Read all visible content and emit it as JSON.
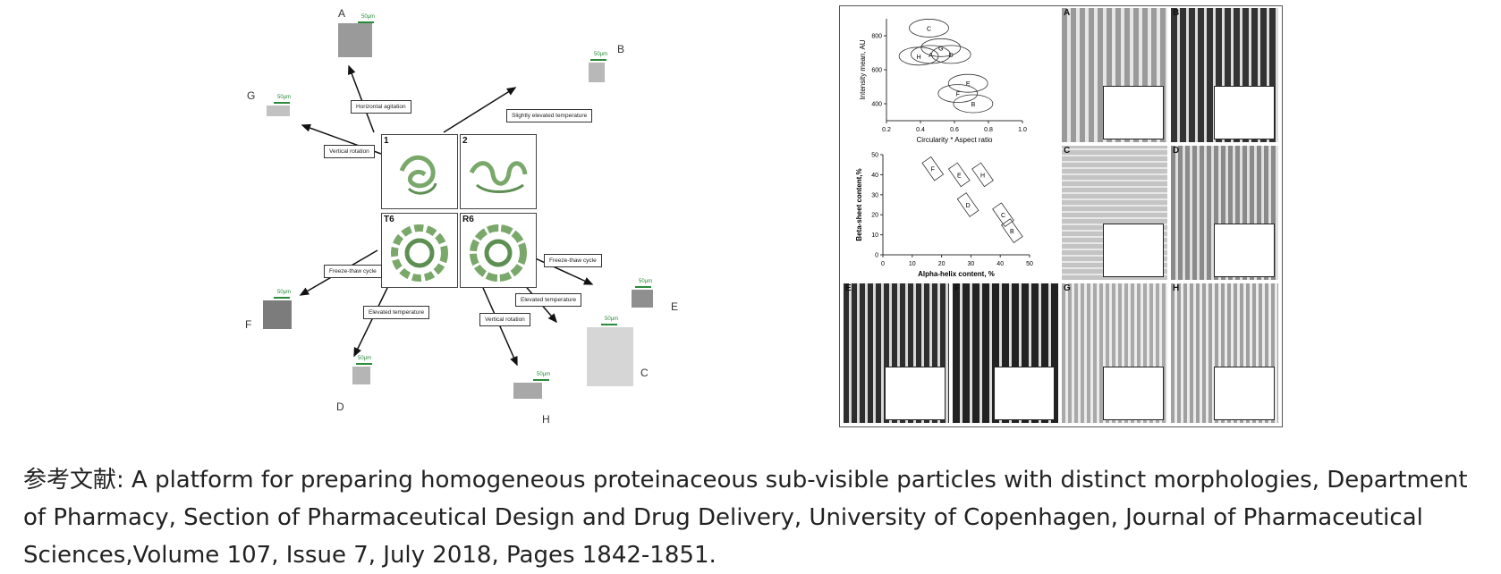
{
  "left_figure": {
    "scale_label": "50μm",
    "center_panels": [
      "1",
      "2",
      "T6",
      "R6"
    ],
    "conditions": {
      "horizontal_agitation": "Horizontal agitation",
      "slightly_elevated_temperature": "Slightly elevated temperature",
      "vertical_rotation_top": "Vertical rotation",
      "freeze_thaw_left": "Freeze-thaw cycle",
      "freeze_thaw_right": "Freeze-thaw cycle",
      "elevated_temperature_left": "Elevated temperature",
      "elevated_temperature_right": "Elevated temperature",
      "vertical_rotation_bottom": "Vertical rotation"
    },
    "particle_labels": [
      "A",
      "B",
      "C",
      "D",
      "E",
      "F",
      "G",
      "H"
    ]
  },
  "right_figure": {
    "chart_data": [
      {
        "type": "scatter",
        "xlabel": "Circularity  * Aspect ratio",
        "ylabel": "Intensity mean, AU",
        "xlim": [
          0.2,
          1.0
        ],
        "ylim": [
          300,
          900
        ],
        "xticks": [
          "0.2",
          "0.4",
          "0.6",
          "0.8",
          "1.0"
        ],
        "yticks": [
          "400",
          "600",
          "800"
        ],
        "series": [
          {
            "name": "A",
            "values": [
              {
                "x": 0.46,
                "y": 690
              }
            ]
          },
          {
            "name": "B",
            "values": [
              {
                "x": 0.71,
                "y": 400
              }
            ]
          },
          {
            "name": "C",
            "values": [
              {
                "x": 0.45,
                "y": 845
              }
            ]
          },
          {
            "name": "D",
            "values": [
              {
                "x": 0.58,
                "y": 690
              }
            ]
          },
          {
            "name": "E",
            "values": [
              {
                "x": 0.68,
                "y": 520
              }
            ]
          },
          {
            "name": "F",
            "values": [
              {
                "x": 0.62,
                "y": 460
              }
            ]
          },
          {
            "name": "G",
            "values": [
              {
                "x": 0.52,
                "y": 730
              }
            ]
          },
          {
            "name": "H",
            "values": [
              {
                "x": 0.39,
                "y": 680
              }
            ]
          }
        ]
      },
      {
        "type": "scatter",
        "xlabel": "Alpha-helix content, %",
        "ylabel": "Beta-sheet content,%",
        "xlim": [
          0,
          50
        ],
        "ylim": [
          0,
          50
        ],
        "xticks": [
          "0",
          "10",
          "20",
          "30",
          "40",
          "50"
        ],
        "yticks": [
          "0",
          "10",
          "20",
          "30",
          "40",
          "50"
        ],
        "series": [
          {
            "name": "F",
            "values": [
              {
                "x": 17,
                "y": 43
              }
            ]
          },
          {
            "name": "E",
            "values": [
              {
                "x": 26,
                "y": 40
              }
            ]
          },
          {
            "name": "H",
            "values": [
              {
                "x": 34,
                "y": 40
              }
            ]
          },
          {
            "name": "D",
            "values": [
              {
                "x": 29,
                "y": 25
              }
            ]
          },
          {
            "name": "C",
            "values": [
              {
                "x": 41,
                "y": 20
              }
            ]
          },
          {
            "name": "B",
            "values": [
              {
                "x": 44,
                "y": 12
              }
            ]
          }
        ]
      }
    ],
    "grid_labels": [
      "A",
      "B",
      "C",
      "D",
      "E",
      "F",
      "G",
      "H"
    ]
  },
  "caption": {
    "text": "参考文献: A platform for preparing homogeneous proteinaceous sub-visible particles with distinct morphologies, Department of Pharmacy, Section of Pharmaceutical Design and Drug Delivery, University of Copenhagen, Journal of Pharmaceutical Sciences,Volume 107, Issue 7, July 2018, Pages 1842-1851."
  },
  "colors": {
    "scale_bar": "#2a8a3a",
    "protein": "#7aa86a"
  }
}
